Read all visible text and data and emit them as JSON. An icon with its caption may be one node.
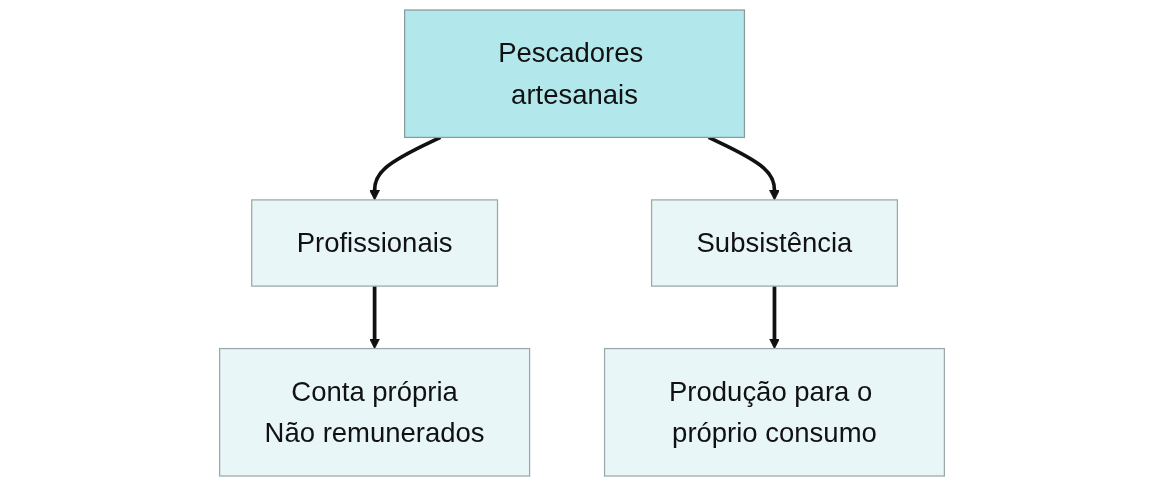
{
  "diagram": {
    "nodes": [
      {
        "text": [
          "Pescadores artesanais"
        ]
      },
      {
        "text": [
          "Profissionais"
        ]
      },
      {
        "text": [
          "Subsistência"
        ]
      },
      {
        "text": [
          "Conta própria",
          "Não remunerados"
        ]
      },
      {
        "text": [
          "Produção para o próprio consumo"
        ]
      }
    ],
    "edges": [
      {
        "from": 0,
        "to": 1,
        "arrow": "to"
      },
      {
        "from": 0,
        "to": 2,
        "arrow": "to"
      },
      {
        "from": 1,
        "to": 3,
        "arrow": "to"
      },
      {
        "from": 2,
        "to": 4,
        "arrow": "to"
      }
    ]
  }
}
